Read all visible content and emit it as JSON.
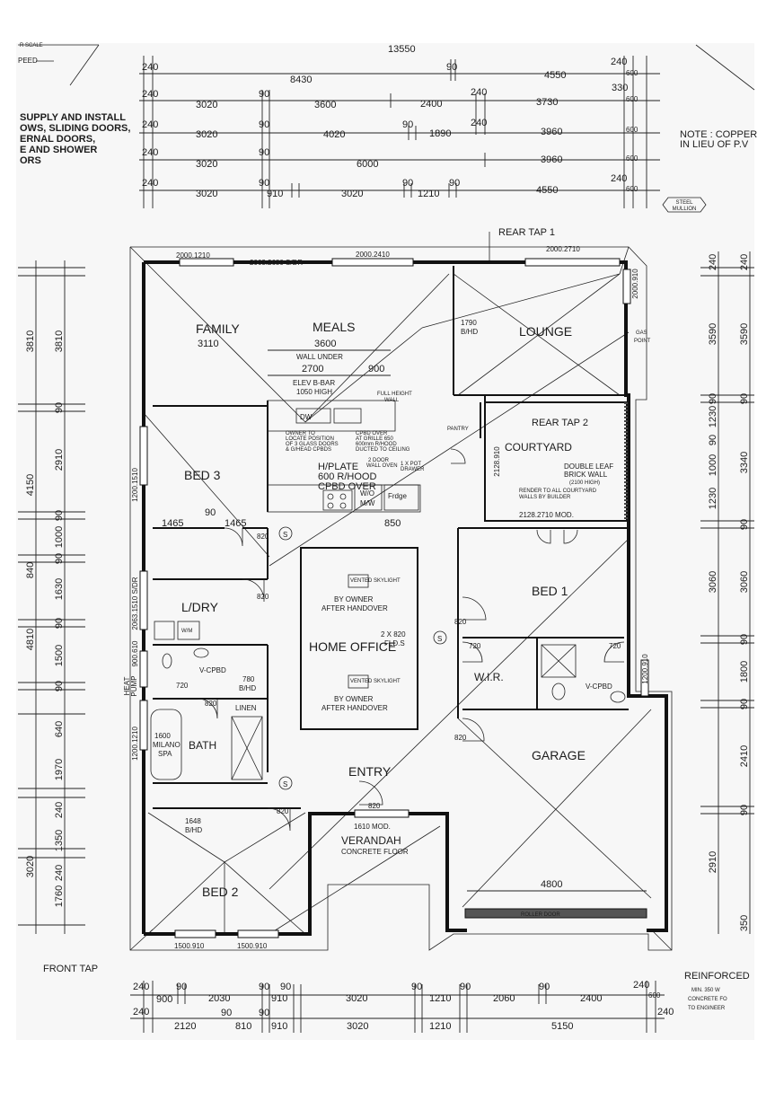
{
  "title_block": {
    "scale_fragment": "R SCALE",
    "speed_fragment": "PEED",
    "supply_note": [
      "SUPPLY AND INSTALL",
      "OWS, SLIDING DOORS,",
      "ERNAL DOORS,",
      "E AND SHOWER",
      "ORS"
    ],
    "right_note": [
      "NOTE : COPPER",
      "IN LIEU OF P.V"
    ],
    "steel_mullion": [
      "STEEL",
      "MULLION"
    ],
    "reinforced": [
      "REINFORCED",
      "MIN. 350 W",
      "CONCRETE FO",
      "TO ENGINEER"
    ],
    "front_tap": "FRONT TAP",
    "rear_tap_1": "REAR TAP 1",
    "rear_tap_2": "REAR TAP 2"
  },
  "dimensions": {
    "top_total": "13550",
    "top_row1": [
      "240",
      "8430",
      "90",
      "4550",
      "240",
      "600",
      "330"
    ],
    "top_row2": [
      "240",
      "3020",
      "90",
      "3600",
      "2400",
      "240",
      "3730",
      "600"
    ],
    "top_row3": [
      "240",
      "3020",
      "90",
      "4020",
      "90",
      "1890",
      "240",
      "3960",
      "600"
    ],
    "top_row4": [
      "240",
      "3020",
      "90",
      "6000",
      "3960",
      "600"
    ],
    "top_row5": [
      "240",
      "3020",
      "910",
      "90",
      "3020",
      "90",
      "1210",
      "90",
      "4550",
      "240",
      "600"
    ],
    "bottom_row1": [
      "240",
      "900",
      "90",
      "2030",
      "90",
      "910",
      "90",
      "3020",
      "90",
      "1210",
      "90",
      "2060",
      "90",
      "2400",
      "240",
      "600"
    ],
    "bottom_row2": [
      "240",
      "2120",
      "90",
      "810",
      "90",
      "910",
      "3020",
      "1210",
      "5150",
      "240"
    ],
    "left_col1": [
      "3810",
      "4150",
      "840",
      "4810",
      "3020"
    ],
    "left_col2": [
      "3810",
      "90",
      "2910",
      "90",
      "1000",
      "90",
      "1630",
      "90",
      "1500",
      "90",
      "640",
      "1970",
      "240",
      "1350",
      "240",
      "1760"
    ],
    "right_col1": [
      "240",
      "3590",
      "90",
      "3340",
      "3060",
      "2910",
      "350"
    ],
    "right_col2": [
      "240",
      "3590",
      "90",
      "1230",
      "90",
      "1000",
      "1230",
      "90",
      "3060",
      "90",
      "1800",
      "90",
      "2410",
      "90"
    ]
  },
  "rooms": {
    "family": "FAMILY",
    "meals": "MEALS",
    "lounge": "LOUNGE",
    "bed3": "BED 3",
    "courtyard": "COURTYARD",
    "pantry": "PANTRY",
    "bed1": "BED 1",
    "ldry": "L/DRY",
    "home_office": "HOME OFFICE",
    "wir": "W.I.R.",
    "bath": "BATH",
    "linen": "LINEN",
    "entry": "ENTRY",
    "garage": "GARAGE",
    "bed2": "BED 2",
    "verandah": "VERANDAH",
    "concrete_floor": "CONCRETE FLOOR"
  },
  "annotations": {
    "window_family_top": "2000.1210",
    "sliding_door": "2063.2680 S/DR",
    "window_meals_top": "2000.2410",
    "window_lounge_top": "2000.2710",
    "window_lounge_side": "2000.910",
    "gas_point": [
      "GAS",
      "POINT"
    ],
    "lounge_bhd": [
      "1790",
      "B/HD"
    ],
    "family_dim": "3110",
    "meals_dim": "3600",
    "wall_under": "WALL UNDER",
    "dim_2700": "2700",
    "dim_900": "900",
    "elev_bbar": [
      "ELEV B-BAR",
      "1050 HIGH"
    ],
    "full_height_wall": [
      "FULL HEIGHT",
      "WALL"
    ],
    "kitchen_notes": [
      "OWNER TO",
      "LOCATE POSITION",
      "OF 3 GLASS DOORS",
      "& G/HEAD CPBDS"
    ],
    "cpbd_over": [
      "CPBD OVER",
      "AT GRILLE 650",
      "600mm R/HOOD",
      "DUCTED TO CEILING"
    ],
    "wall_oven": [
      "2 DOOR",
      "WALL OVEN"
    ],
    "pot_drawer": [
      "1 X POT",
      "DRAWER"
    ],
    "hplate": [
      "H/PLATE",
      "600 R/HOOD",
      "CPBD OVER"
    ],
    "dw_label": "DW",
    "wo_label": "W/O",
    "mw_label": "M/W",
    "fridge_label": "Frdge",
    "dim_850": "850",
    "courtyard_side": "2128.910",
    "courtyard_bottom": "2128.2710 MOD.",
    "brick_wall": [
      "DOUBLE LEAF",
      "BRICK WALL",
      "(2100 HIGH)"
    ],
    "render_note": [
      "RENDER TO ALL COURTYARD",
      "WALLS BY BUILDER"
    ],
    "bed3_side": "1200.1510",
    "bed3_dim_left": "1465",
    "bed3_dim_90": "90",
    "bed3_dim_right": "1465",
    "door_820": "820",
    "smoke": "S",
    "skylight_1": "VENTED SKYLIGHT",
    "skylight_2": "VENTED SKYLIGHT",
    "by_owner": "BY OWNER",
    "after_handover": "AFTER HANDOVER",
    "doors_2x820": [
      "2 X 820",
      "FLD.S"
    ],
    "ldry_side": "2063.1510 S/DR",
    "wm": "W/M",
    "heat_pump": [
      "HEAT",
      "PUMP",
      "900.610"
    ],
    "vcpbd": "V-CPBD",
    "dim_720": "720",
    "bhd_780": [
      "780",
      "B/HD"
    ],
    "bath_side": "1200.1210",
    "spa": [
      "1600",
      "MILANO",
      "SPA"
    ],
    "bed1_side": "1200.910",
    "garage_width": "4800",
    "roller_door": "ROLLER DOOR",
    "verandah_mod": "1610 MOD.",
    "bed2_bhd": [
      "1648",
      "B/HD"
    ],
    "bed2_win_1": "1500.910",
    "bed2_win_2": "1500.910"
  }
}
